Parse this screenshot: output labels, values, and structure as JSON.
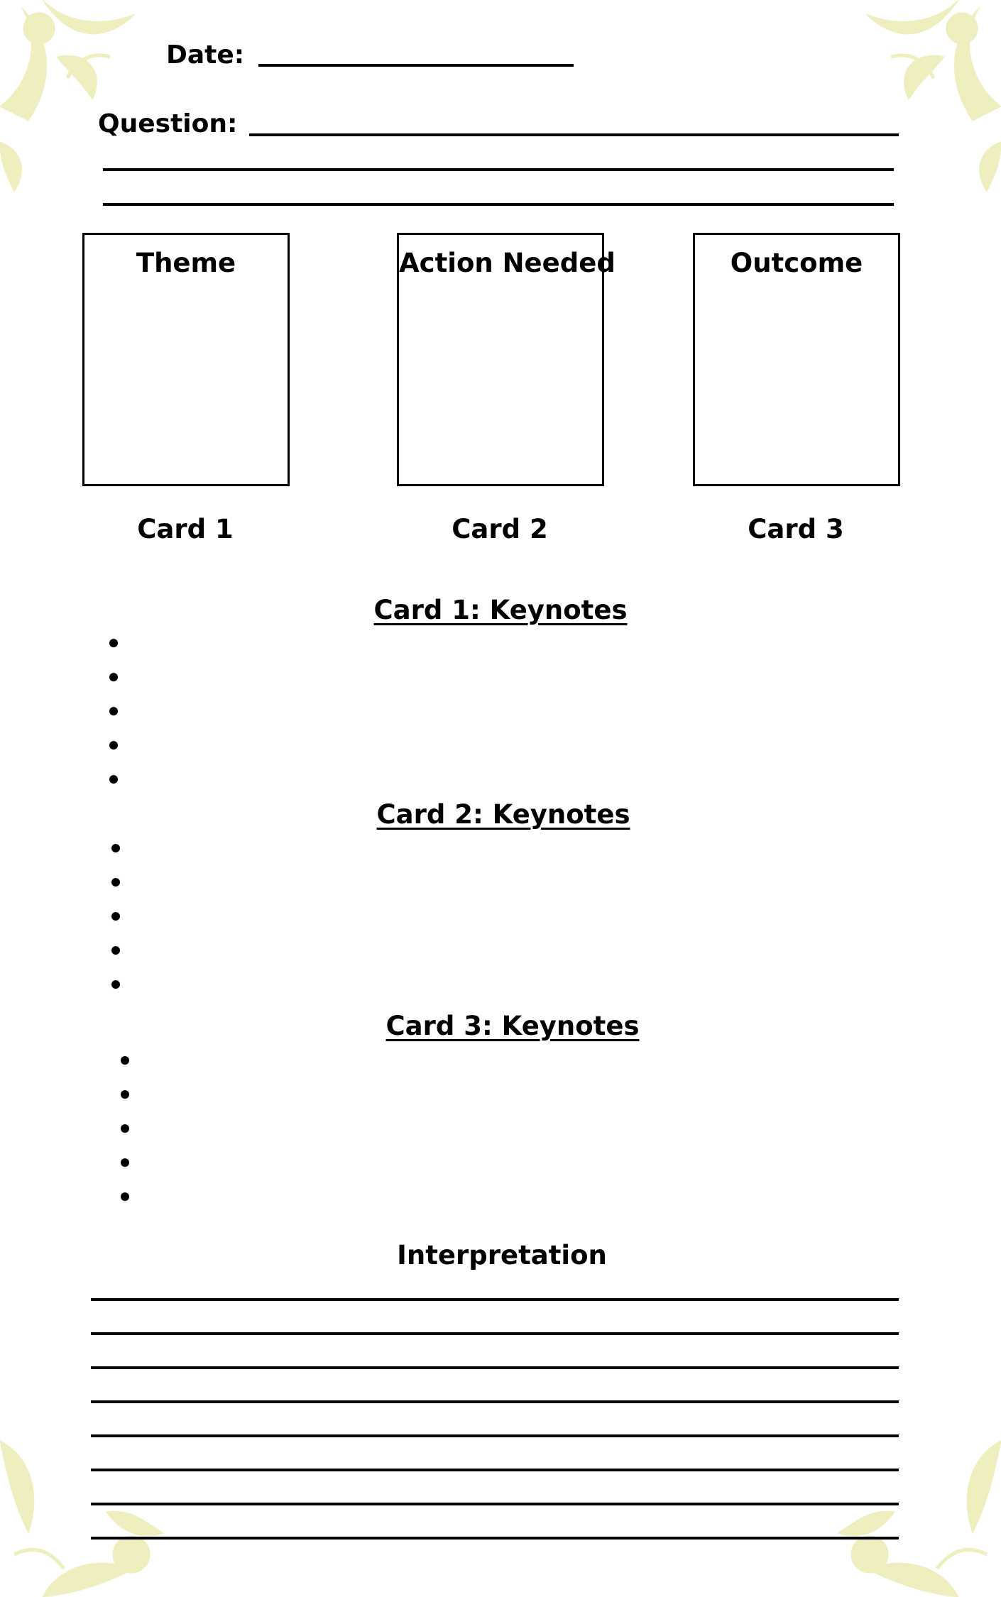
{
  "header": {
    "date_label": "Date:",
    "question_label": "Question:"
  },
  "cards": [
    {
      "title": "Theme",
      "caption": "Card 1"
    },
    {
      "title": "Action Needed",
      "caption": "Card 2"
    },
    {
      "title": "Outcome",
      "caption": "Card 3"
    }
  ],
  "keynotes": [
    {
      "heading": "Card 1: Keynotes",
      "bullet_count": 5
    },
    {
      "heading": "Card 2: Keynotes",
      "bullet_count": 5
    },
    {
      "heading": "Card 3: Keynotes",
      "bullet_count": 5
    }
  ],
  "interpretation": {
    "heading": "Interpretation",
    "line_count": 8
  },
  "colors": {
    "ornament": "#eeeebf",
    "ink": "#000000"
  }
}
